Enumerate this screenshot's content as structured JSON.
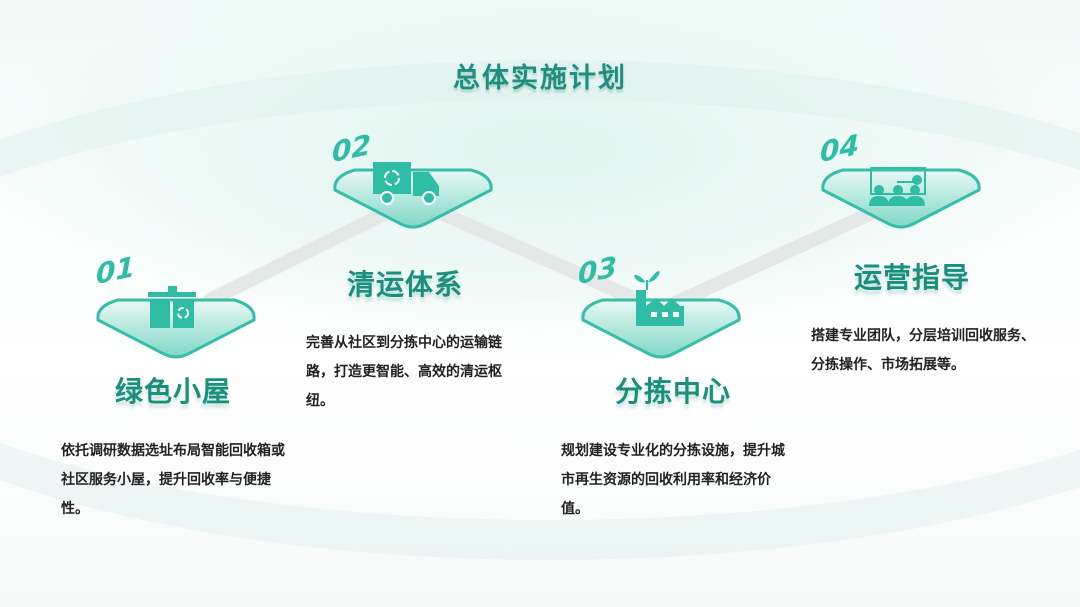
{
  "title": "总体实施计划",
  "colors": {
    "accent": "#2fbda5",
    "title": "#1d8f7c"
  },
  "steps": [
    {
      "num": "01",
      "title": "绿色小屋",
      "icon": "recycle-bin-icon",
      "desc": "依托调研数据选址布局智能回收箱或社区服务小屋，提升回收率与便捷性。"
    },
    {
      "num": "02",
      "title": "清运体系",
      "icon": "recycle-truck-icon",
      "desc": "完善从社区到分拣中心的运输链路，打造更智能、高效的清运枢纽。"
    },
    {
      "num": "03",
      "title": "分拣中心",
      "icon": "green-factory-icon",
      "desc": "规划建设专业化的分拣设施，提升城市再生资源的回收利用率和经济价值。"
    },
    {
      "num": "04",
      "title": "运营指导",
      "icon": "training-icon",
      "desc": "搭建专业团队，分层培训回收服务、分拣操作、市场拓展等。"
    }
  ]
}
